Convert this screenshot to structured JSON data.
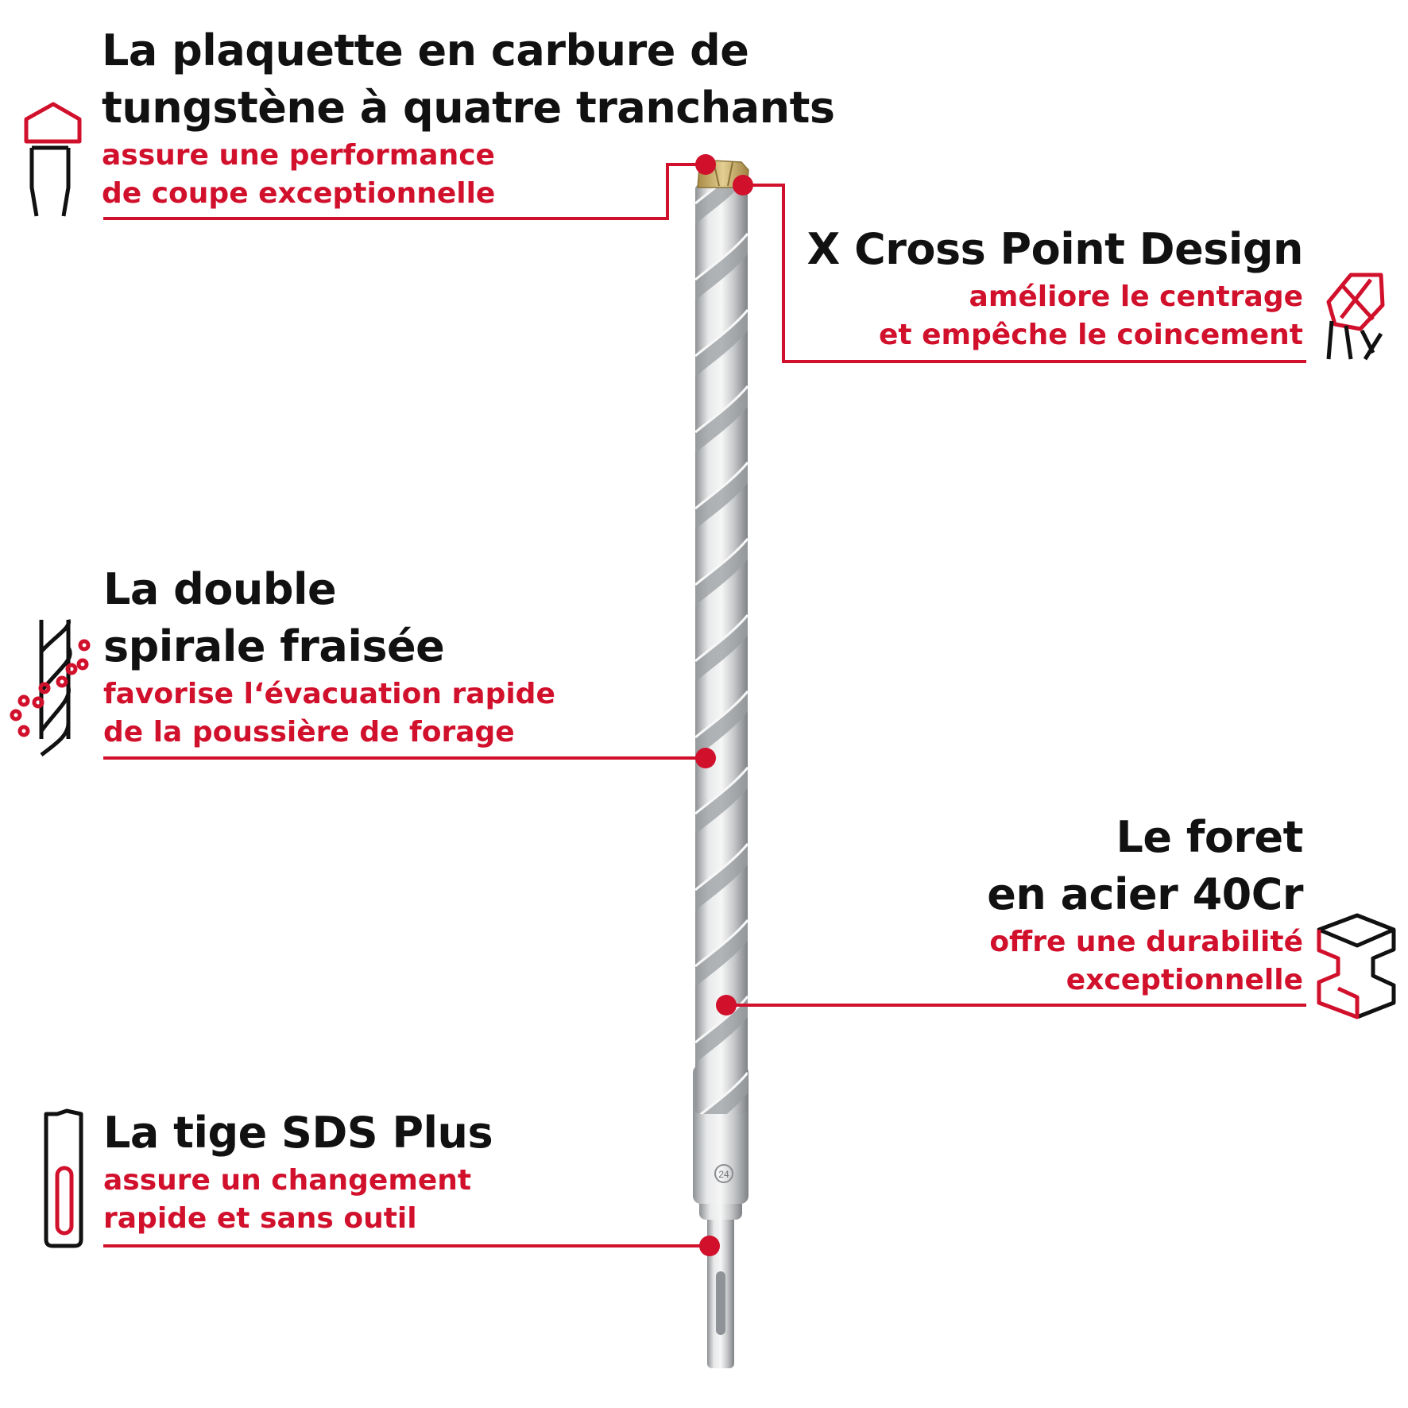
{
  "colors": {
    "accent": "#d1102c",
    "text": "#111111",
    "steel": "#c9cbcd",
    "tip": "#c9a65a",
    "background": "#ffffff"
  },
  "features": [
    {
      "id": "carbide-tip",
      "icon": "carbide-tip-icon",
      "title_lines": [
        "La plaquette en carbure de",
        "tungstène à quatre tranchants"
      ],
      "desc_lines": [
        "assure une performance",
        "de coupe exceptionnelle"
      ]
    },
    {
      "id": "x-cross-point",
      "icon": "x-cross-point-icon",
      "title_lines": [
        "X Cross Point Design"
      ],
      "desc_lines": [
        "améliore le centrage",
        "et empêche le coincement"
      ]
    },
    {
      "id": "double-spiral",
      "icon": "double-spiral-icon",
      "title_lines": [
        "La double",
        "spirale fraisée"
      ],
      "desc_lines": [
        "favorise l‘évacuation rapide",
        "de la poussière de forage"
      ]
    },
    {
      "id": "steel-40cr",
      "icon": "steel-beam-icon",
      "title_lines": [
        "Le foret",
        "en acier 40Cr"
      ],
      "desc_lines": [
        "offre une durabilité",
        "exceptionnelle"
      ]
    },
    {
      "id": "sds-plus",
      "icon": "sds-shank-icon",
      "title_lines": [
        "La tige SDS Plus"
      ],
      "desc_lines": [
        "assure un changement",
        "rapide et sans outil"
      ]
    }
  ],
  "drill_marking": "24"
}
